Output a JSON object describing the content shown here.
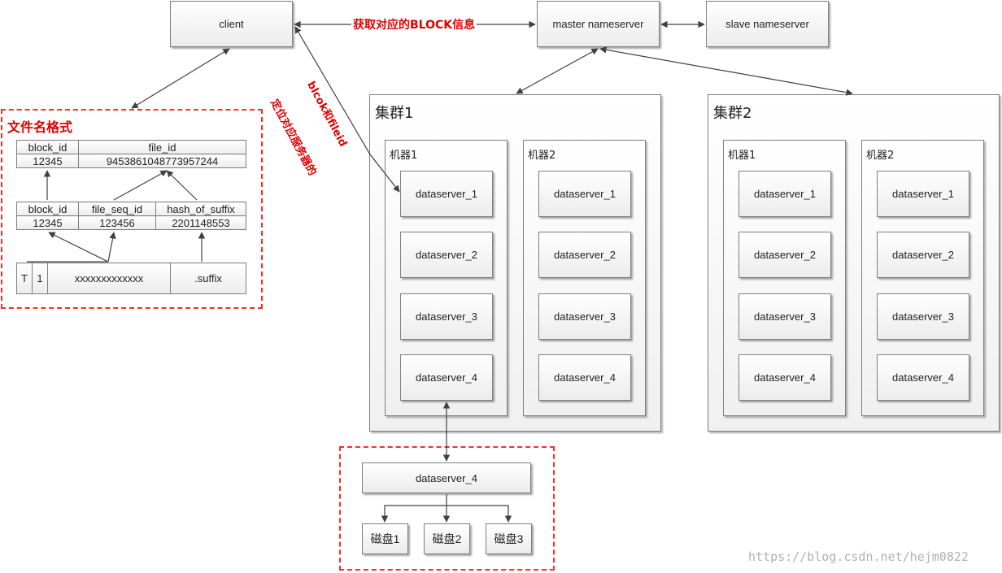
{
  "client": "client",
  "master": "master nameserver",
  "slave": "slave nameserver",
  "label_get_block": "获取对应的BLOCK信息",
  "label_locate_1": "定位对应服务器的",
  "label_locate_2": "blcok和fileid",
  "filename_format": {
    "title": "文件名格式",
    "row1": {
      "h1": "block_id",
      "h2": "file_id",
      "v1": "12345",
      "v2": "9453861048773957244"
    },
    "row2": {
      "h1": "block_id",
      "h2": "file_seq_id",
      "h3": "hash_of_suffix",
      "v1": "12345",
      "v2": "123456",
      "v3": "2201148553"
    },
    "row3": {
      "c1": "T",
      "c2": "1",
      "c3": "xxxxxxxxxxxxx",
      "c4": ".suffix"
    }
  },
  "cluster1": {
    "title": "集群1",
    "machine1": {
      "title": "机器1",
      "servers": [
        "dataserver_1",
        "dataserver_2",
        "dataserver_3",
        "dataserver_4"
      ]
    },
    "machine2": {
      "title": "机器2",
      "servers": [
        "dataserver_1",
        "dataserver_2",
        "dataserver_3",
        "dataserver_4"
      ]
    }
  },
  "cluster2": {
    "title": "集群2",
    "machine1": {
      "title": "机器1",
      "servers": [
        "dataserver_1",
        "dataserver_2",
        "dataserver_3",
        "dataserver_4"
      ]
    },
    "machine2": {
      "title": "机器2",
      "servers": [
        "dataserver_1",
        "dataserver_2",
        "dataserver_3",
        "dataserver_4"
      ]
    }
  },
  "detail": {
    "server": "dataserver_4",
    "disks": [
      "磁盘1",
      "磁盘2",
      "磁盘3"
    ]
  },
  "watermark": "https://blog.csdn.net/hejm0822",
  "colors": {
    "accent_red": "#e00000",
    "dashed_red": "#ff2a2a",
    "border": "#7f7f7f",
    "line": "#404040"
  }
}
